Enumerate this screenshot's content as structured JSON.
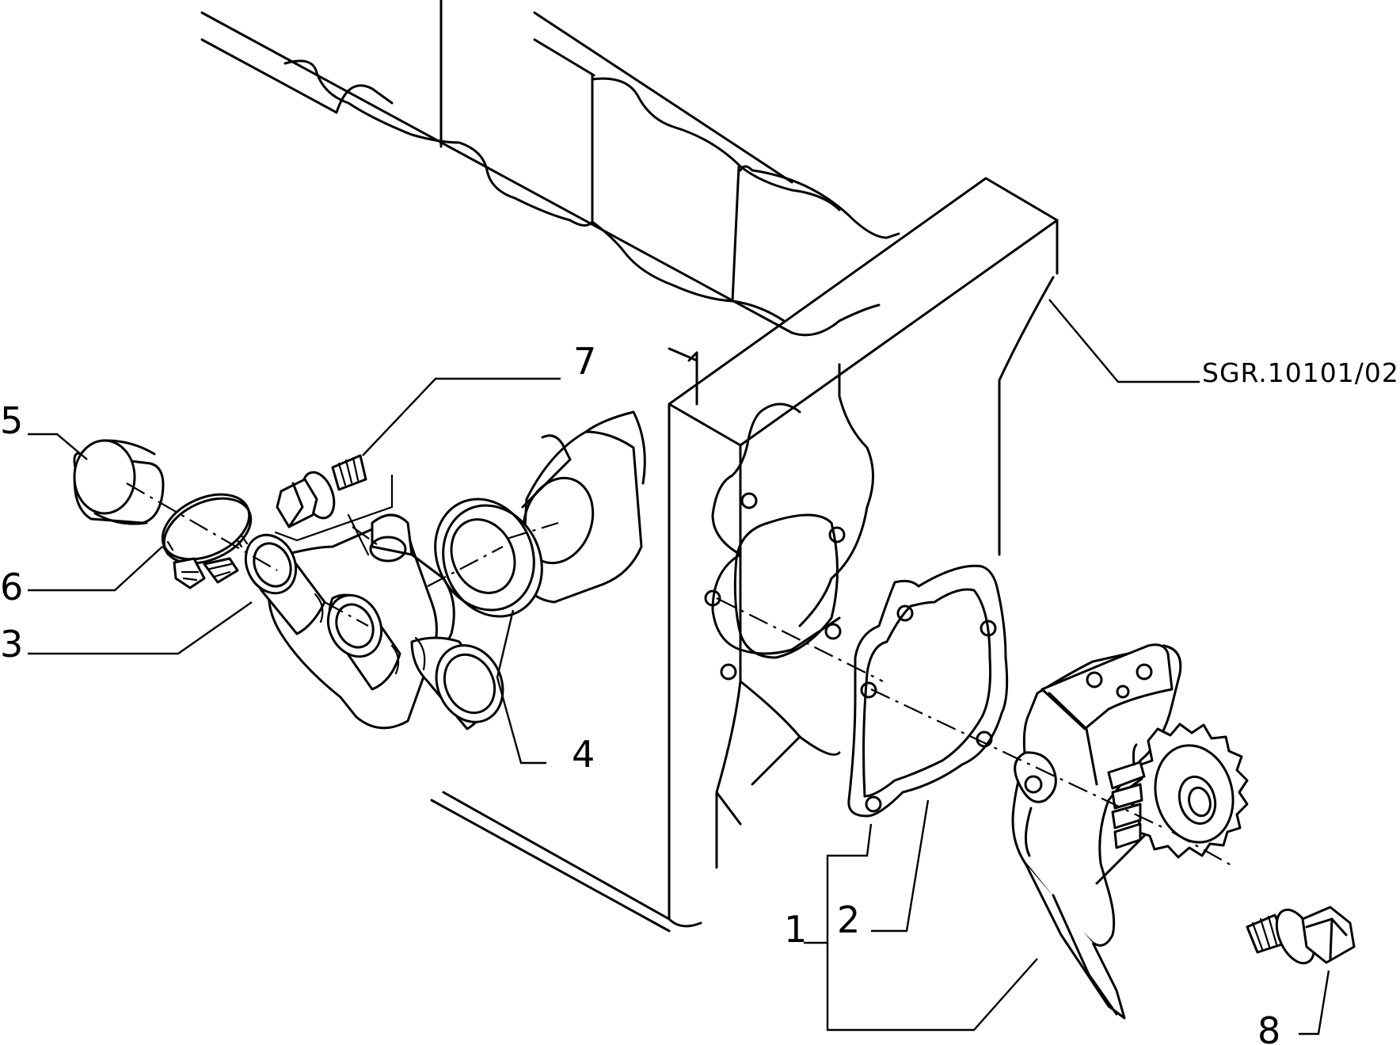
{
  "diagram": {
    "reference_code": "SGR.10101/02",
    "callouts": [
      {
        "id": "c1",
        "label": "1"
      },
      {
        "id": "c2",
        "label": "2"
      },
      {
        "id": "c3",
        "label": "3"
      },
      {
        "id": "c4",
        "label": "4"
      },
      {
        "id": "c5",
        "label": "5"
      },
      {
        "id": "c6",
        "label": "6"
      },
      {
        "id": "c7",
        "label": "7"
      },
      {
        "id": "c8",
        "label": "8"
      }
    ]
  }
}
